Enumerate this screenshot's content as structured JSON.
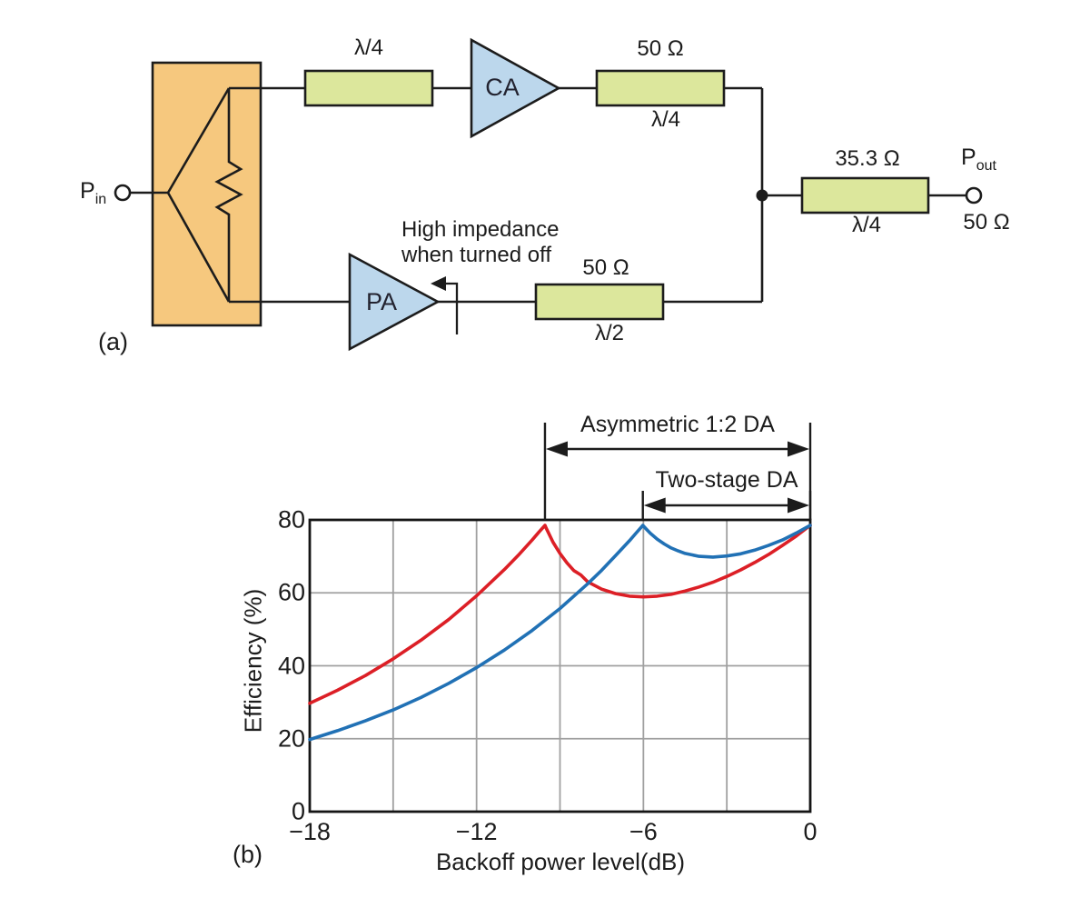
{
  "panel_a": {
    "label": "(a)",
    "input_port": {
      "name": "P",
      "sub": "in"
    },
    "output_port": {
      "name": "P",
      "sub": "out",
      "load": "50 Ω"
    },
    "amplifiers": {
      "carrier": "CA",
      "peaking": "PA"
    },
    "note": {
      "line1": "High impedance",
      "line2": "when turned off"
    },
    "tlines": {
      "input_quarter": {
        "above": "λ/4"
      },
      "carrier_out": {
        "above": "50 Ω",
        "below": "λ/4"
      },
      "peaking_out": {
        "above": "50 Ω",
        "below": "λ/2"
      },
      "output_transformer": {
        "above": "35.3 Ω",
        "below": "λ/4"
      }
    },
    "colors": {
      "splitter_fill": "#f6c87e",
      "tline_fill": "#dce79c",
      "amp_fill": "#bcd7ec",
      "line": "#1c1c1c"
    }
  },
  "panel_b": {
    "label": "(b)"
  },
  "chart_data": {
    "type": "line",
    "xlabel": "Backoff power level(dB)",
    "ylabel": "Efficiency (%)",
    "xlim": [
      -18,
      0
    ],
    "ylim": [
      0,
      80
    ],
    "grid": true,
    "x_ticks": [
      {
        "v": -18,
        "label": "−18"
      },
      {
        "v": -12,
        "label": "−12"
      },
      {
        "v": -6,
        "label": "−6"
      },
      {
        "v": 0,
        "label": "0"
      }
    ],
    "y_ticks": [
      {
        "v": 0,
        "label": "0"
      },
      {
        "v": 20,
        "label": "20"
      },
      {
        "v": 40,
        "label": "40"
      },
      {
        "v": 60,
        "label": "60"
      },
      {
        "v": 80,
        "label": "80"
      }
    ],
    "x_gridlines": [
      -15,
      -12,
      -9,
      -6,
      -3
    ],
    "y_gridlines": [
      20,
      40,
      60
    ],
    "grid_color": "#a0a0a0",
    "series": [
      {
        "name": "Asymmetric 1:2 DA",
        "color": "#dc1f26",
        "points": [
          [
            -18,
            29.7
          ],
          [
            -17,
            33.3
          ],
          [
            -16,
            37.3
          ],
          [
            -15,
            41.9
          ],
          [
            -14,
            47
          ],
          [
            -13,
            52.7
          ],
          [
            -12,
            59.2
          ],
          [
            -11,
            66.4
          ],
          [
            -10.5,
            70.3
          ],
          [
            -10,
            74.5
          ],
          [
            -9.75,
            76.7
          ],
          [
            -9.54,
            78.5
          ],
          [
            -9.5,
            77.8
          ],
          [
            -9.25,
            73.9
          ],
          [
            -9,
            70.8
          ],
          [
            -8.75,
            68.2
          ],
          [
            -8.5,
            66.1
          ],
          [
            -8.25,
            64.9
          ],
          [
            -8,
            63
          ],
          [
            -7.5,
            61
          ],
          [
            -7,
            59.8
          ],
          [
            -6.5,
            59.1
          ],
          [
            -6,
            58.9
          ],
          [
            -5.5,
            59.1
          ],
          [
            -5,
            59.6
          ],
          [
            -4.5,
            60.5
          ],
          [
            -4,
            61.6
          ],
          [
            -3.5,
            62.9
          ],
          [
            -3,
            64.5
          ],
          [
            -2.5,
            66.3
          ],
          [
            -2,
            68.3
          ],
          [
            -1.5,
            70.5
          ],
          [
            -1,
            73
          ],
          [
            -0.5,
            75.6
          ],
          [
            0,
            78.5
          ]
        ]
      },
      {
        "name": "Two-stage DA",
        "color": "#2171b5",
        "points": [
          [
            -18,
            19.8
          ],
          [
            -17,
            22.2
          ],
          [
            -16,
            24.9
          ],
          [
            -15,
            27.9
          ],
          [
            -14,
            31.3
          ],
          [
            -13,
            35.2
          ],
          [
            -12,
            39.5
          ],
          [
            -11,
            44.3
          ],
          [
            -10,
            49.7
          ],
          [
            -9,
            55.7
          ],
          [
            -8,
            62.5
          ],
          [
            -7.5,
            66.2
          ],
          [
            -7,
            70.2
          ],
          [
            -6.5,
            74.3
          ],
          [
            -6.25,
            76.5
          ],
          [
            -6.1,
            77.8
          ],
          [
            -6.02,
            78.5
          ],
          [
            -5.9,
            77.5
          ],
          [
            -5.75,
            76.3
          ],
          [
            -5.5,
            74.7
          ],
          [
            -5.25,
            73.4
          ],
          [
            -5,
            72.3
          ],
          [
            -4.75,
            71.5
          ],
          [
            -4.5,
            70.8
          ],
          [
            -4,
            70
          ],
          [
            -3.5,
            69.8
          ],
          [
            -3,
            70.1
          ],
          [
            -2.5,
            70.7
          ],
          [
            -2,
            71.7
          ],
          [
            -1.5,
            73
          ],
          [
            -1,
            74.5
          ],
          [
            -0.5,
            76.4
          ],
          [
            0,
            78.5
          ]
        ]
      }
    ],
    "annotations": [
      {
        "label": "Asymmetric 1:2 DA",
        "x_start": -9.54,
        "x_end": 0
      },
      {
        "label": "Two-stage DA",
        "x_start": -6.02,
        "x_end": 0
      }
    ]
  }
}
